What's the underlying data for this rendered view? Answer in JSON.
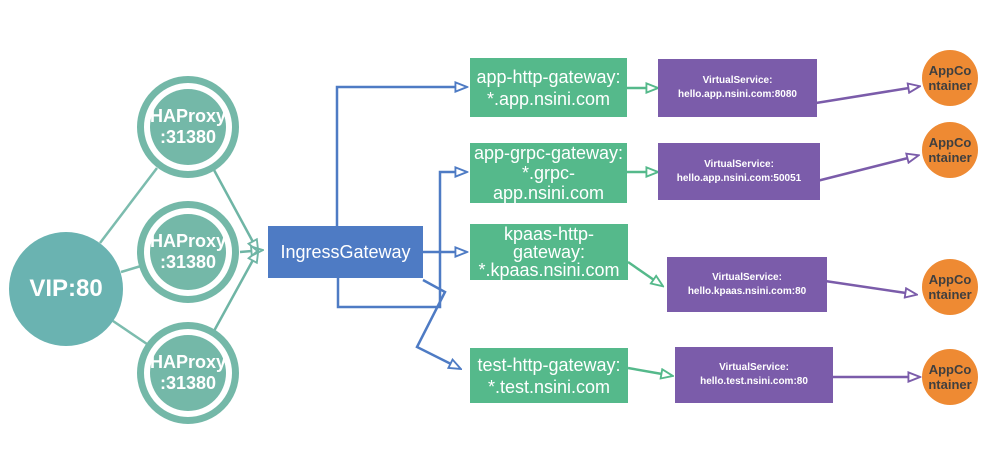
{
  "colors": {
    "vip_fill": "#6ab3b1",
    "haproxy_fill": "#74b8a8",
    "link_teal": "#7cbcae",
    "arrow_teal": "#6fb5a5",
    "blue": "#4e7bc4",
    "green": "#55b98b",
    "purple": "#7b5caa",
    "orange": "#ee8a33",
    "node_text": "#ffffff",
    "container_text": "#3f3f3f",
    "background": "#ffffff"
  },
  "nodes": {
    "vip": {
      "label": "VIP:80"
    },
    "haproxy": [
      {
        "line1": "HAProxy",
        "line2": ":31380"
      },
      {
        "line1": "HAProxy",
        "line2": ":31380"
      },
      {
        "line1": "HAProxy",
        "line2": ":31380"
      }
    ],
    "ingress_gateway": {
      "label": "IngressGateway"
    },
    "gateways": [
      {
        "line1": "app-http-gateway:",
        "line2": "*.app.nsini.com"
      },
      {
        "line1": "app-grpc-gateway:",
        "line2": "*.grpc-",
        "line3": "app.nsini.com"
      },
      {
        "line1": "kpaas-http-",
        "line2": "gateway:",
        "line3": "*.kpaas.nsini.com"
      },
      {
        "line1": "test-http-gateway:",
        "line2": "*.test.nsini.com"
      }
    ],
    "virtual_services": [
      {
        "line1": "VirtualService:",
        "line2": "hello.app.nsini.com:8080"
      },
      {
        "line1": "VirtualService:",
        "line2": "hello.app.nsini.com:50051"
      },
      {
        "line1": "VirtualService:",
        "line2": "hello.kpaas.nsini.com:80"
      },
      {
        "line1": "VirtualService:",
        "line2": "hello.test.nsini.com:80"
      }
    ],
    "app_containers": [
      {
        "line1": "AppCo",
        "line2": "ntainer"
      },
      {
        "line1": "AppCo",
        "line2": "ntainer"
      },
      {
        "line1": "AppCo",
        "line2": "ntainer"
      },
      {
        "line1": "AppCo",
        "line2": "ntainer"
      }
    ]
  }
}
